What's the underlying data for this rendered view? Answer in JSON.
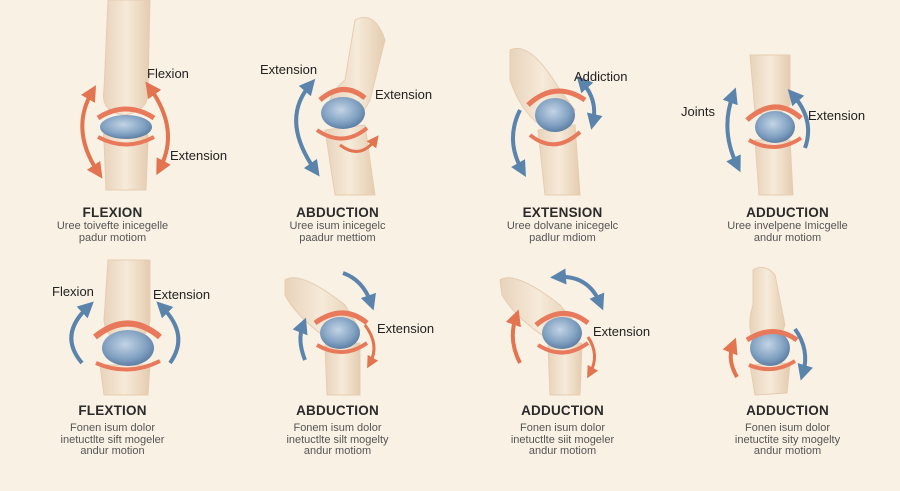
{
  "palette": {
    "background": "#f9f1e4",
    "bone": "#f1e0cc",
    "bone_shade": "#e6cdb2",
    "cartilage": "#e8795a",
    "joint_blue": "#6d8fb2",
    "arrow_orange": "#e27450",
    "arrow_blue": "#5b84ad"
  },
  "panels": [
    {
      "title": "FLEXION",
      "desc": [
        "Uree toivefte inicegelle",
        "padur motiom"
      ],
      "labels": [
        "Flexion",
        "Extension"
      ]
    },
    {
      "title": "ABDUCTION",
      "desc": [
        "Uree isum inicegelc",
        "paadur mettiom"
      ],
      "labels": [
        "Extension",
        "Extension"
      ]
    },
    {
      "title": "EXTENSION",
      "desc": [
        "Uree dolvane inicegelc",
        "padlur mdiom"
      ],
      "labels": [
        "Addiction"
      ]
    },
    {
      "title": "ADDUCTION",
      "desc": [
        "Uree invelpene Imicgelle",
        "andur motiom"
      ],
      "labels": [
        "Joints",
        "Extension"
      ]
    },
    {
      "title": "FLEXTION",
      "desc": [
        "Fonen isum dolor",
        "inetuctlte sift mogeler",
        "andur motion"
      ],
      "labels": [
        "Flexion",
        "Extension"
      ]
    },
    {
      "title": "ABDUCTION",
      "desc": [
        "Fonem isum dolor",
        "inetuctlte silt mogelty",
        "andur motiom"
      ],
      "labels": [
        "Extension"
      ]
    },
    {
      "title": "ADDUCTION",
      "desc": [
        "Fonen isum dolor",
        "inetuctlte siit mogeler",
        "andur motiom"
      ],
      "labels": [
        "Extension"
      ]
    },
    {
      "title": "ADDUCTION",
      "desc": [
        "Fonen isum dolor",
        "inetuctite sity mogelty",
        "andur motiom"
      ],
      "labels": []
    }
  ]
}
